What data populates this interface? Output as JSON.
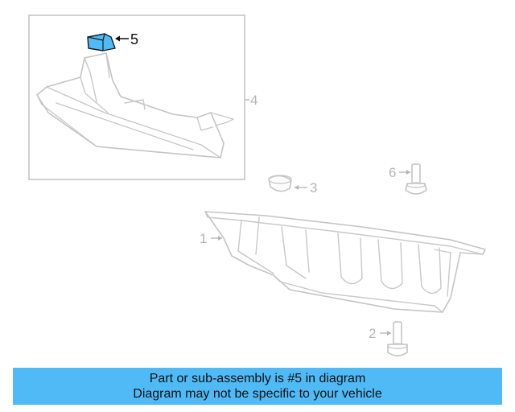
{
  "callouts": {
    "c1": "1",
    "c2": "2",
    "c3": "3",
    "c4": "4",
    "c5": "5",
    "c6": "6"
  },
  "banner": {
    "line1": "Part or sub-assembly is #5 in diagram",
    "line2": "Diagram may not be specific to your vehicle"
  },
  "colors": {
    "highlight": "#4fbaf5",
    "banner_bg": "#4fbaf5",
    "line_art": "#c4c4c4"
  }
}
